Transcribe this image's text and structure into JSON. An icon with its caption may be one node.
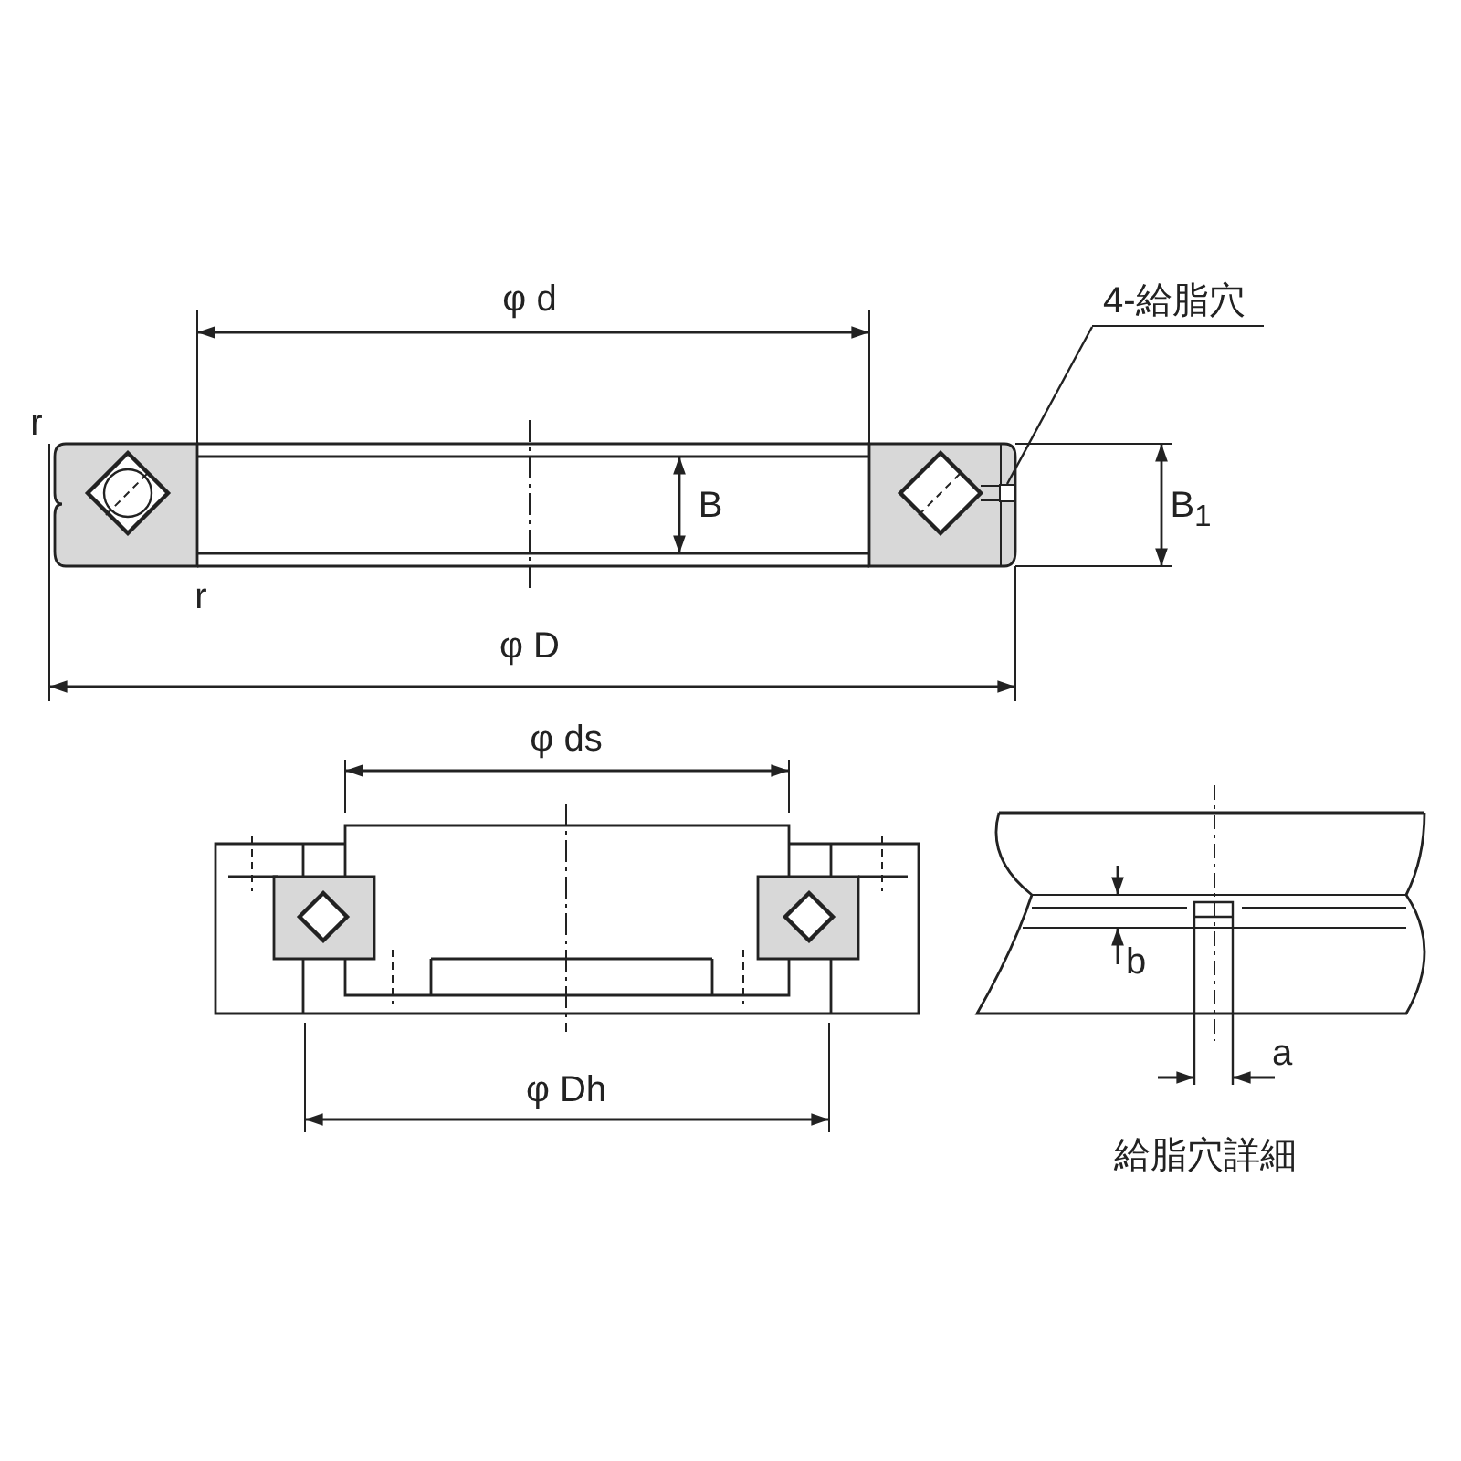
{
  "diagram": {
    "nodes": [
      {
        "text": [
          "4-給脂穴"
        ]
      },
      {
        "text": [],
        "shape": "box"
      }
    ],
    "edges": [
      {
        "from": 0,
        "to": 1,
        "arrow": "none"
      }
    ],
    "labels": [
      "φ d",
      "r",
      "B",
      "B$_{1}$",
      "r",
      "φ D",
      "φ ds",
      "b",
      "a",
      "φ Dh",
      "給脂穴詳細"
    ]
  }
}
